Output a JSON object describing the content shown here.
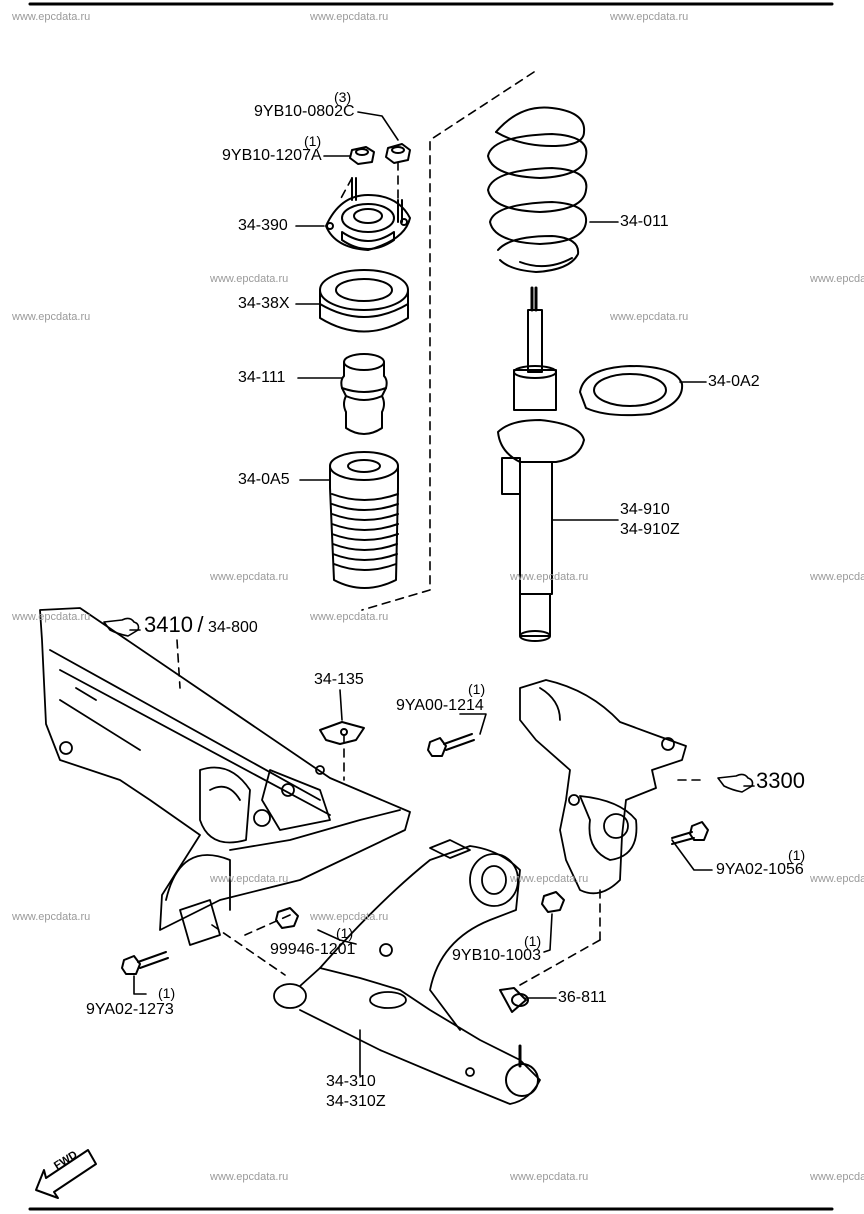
{
  "watermark": "www.epcdata.ru",
  "labels": {
    "p_0802c": "9YB10-0802C",
    "p_0802c_qty": "(3)",
    "p_1207a": "9YB10-1207A",
    "p_1207a_qty": "(1)",
    "p_390": "34-390",
    "p_38x": "34-38X",
    "p_111": "34-111",
    "p_0a5": "34-0A5",
    "p_011": "34-011",
    "p_0a2": "34-0A2",
    "p_910": "34-910",
    "p_910z": "34-910Z",
    "p_135": "34-135",
    "p_1214": "9YA00-1214",
    "p_1214_qty": "(1)",
    "p_1056": "9YA02-1056",
    "p_1056_qty": "(1)",
    "p_1201": "99946-1201",
    "p_1201_qty": "(1)",
    "p_1003": "9YB10-1003",
    "p_1003_qty": "(1)",
    "p_811": "36-811",
    "p_1273": "9YA02-1273",
    "p_1273_qty": "(1)",
    "p_310": "34-310",
    "p_310z": "34-310Z"
  },
  "refs": {
    "crossmember_main": "3410",
    "crossmember_sep": "/",
    "crossmember_sub": "34-800",
    "knuckle": "3300"
  },
  "fwd": "FWD",
  "icons": [
    "hand-pointer-icon",
    "fwd-arrow-icon"
  ]
}
